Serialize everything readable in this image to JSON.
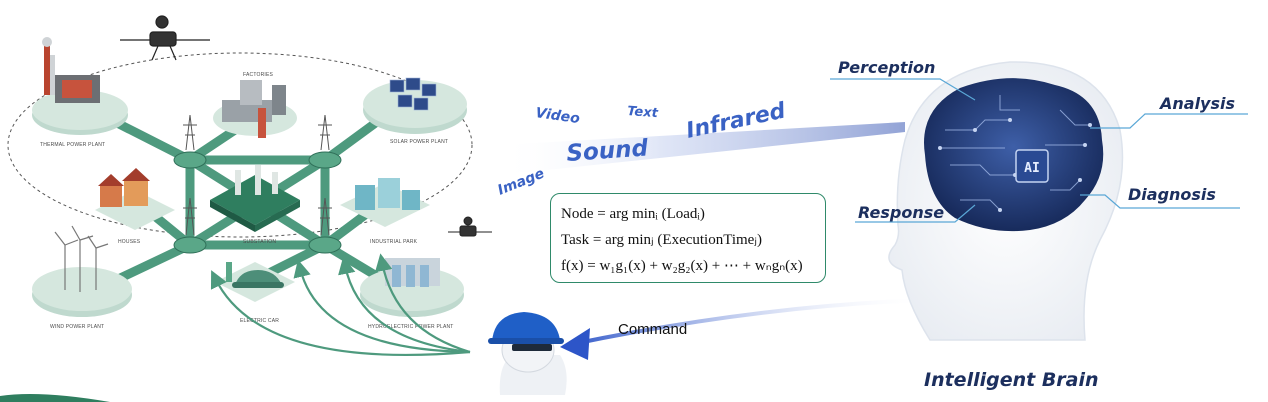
{
  "grid": {
    "labels": {
      "thermal": "THERMAL POWER PLANT",
      "factories": "FACTORIES",
      "solar": "SOLAR POWER PLANT",
      "houses": "HOUSES",
      "substation": "SUBSTATION",
      "industrial": "INDUSTRIAL PARK",
      "wind": "WIND POWER PLANT",
      "ecar": "ELECTRIC CAR",
      "hydro": "HYDROELECTRIC POWER PLANT"
    }
  },
  "modalities": [
    "Video",
    "Text",
    "Infrared",
    "Sound",
    "Image"
  ],
  "formulas": [
    "Node = arg minᵢ (Loadᵢ)",
    "Task = arg minⱼ (ExecutionTimeⱼ)",
    "f(x) = w₁g₁(x) + w₂g₂(x) + ⋯ + wₙgₙ(x)"
  ],
  "command_label": "Command",
  "brain": {
    "chip_label": "AI",
    "perception": "Perception",
    "analysis": "Analysis",
    "response": "Response",
    "diagnosis": "Diagnosis",
    "title": "Intelligent Brain"
  },
  "colors": {
    "grid_green": "#4e9a7e",
    "platform": "#bfd9ce",
    "brain_navy": "#1c2f5e",
    "accent_blue": "#3a62c4"
  }
}
